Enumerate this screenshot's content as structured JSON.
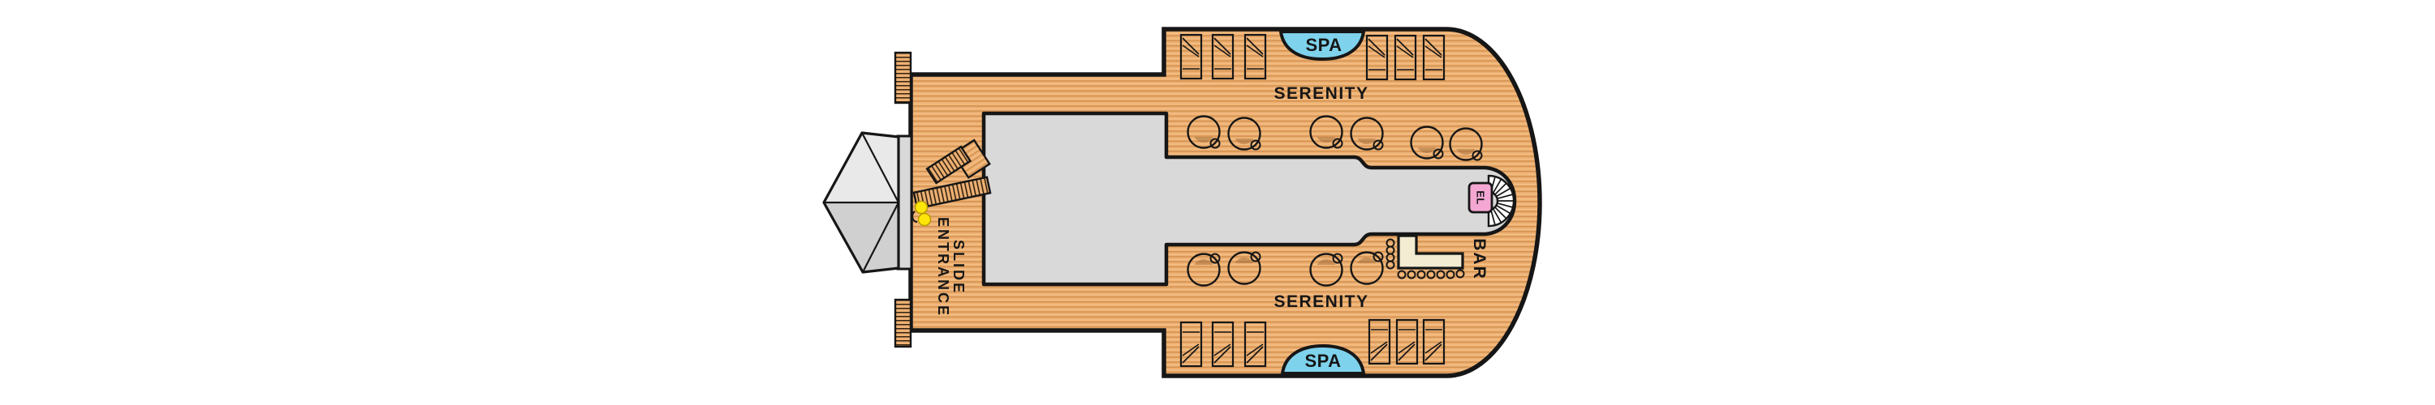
{
  "plan": {
    "title": "Serenity deck plan",
    "labels": {
      "serenity_top": "SERENITY",
      "serenity_bottom": "SERENITY",
      "spa_top": "SPA",
      "spa_bottom": "SPA",
      "slide_entrance_line1": "SLIDE",
      "slide_entrance_line2": "ENTRANCE",
      "bar": "BAR",
      "elevator": "EL"
    },
    "colors": {
      "wood_base": "#edb073",
      "wood_stripe_dark": "#d2914f",
      "wood_stripe_light": "#f6c288",
      "structure_gray": "#d9d9d9",
      "structure_gray_light": "#e9e9e9",
      "structure_gray_dark": "#d0d0d0",
      "spa_blue": "#7ed2ec",
      "elevator_pink": "#f4a7d3",
      "bar_counter_cream": "#f3ecd2",
      "slide_marker_yellow": "#ffe60a",
      "stair_tread": "#33220f",
      "outline": "#161616"
    },
    "furniture": {
      "sun_loungers": 12,
      "round_chairs": 10,
      "bar_stools": 11,
      "slide_markers": 2
    }
  }
}
